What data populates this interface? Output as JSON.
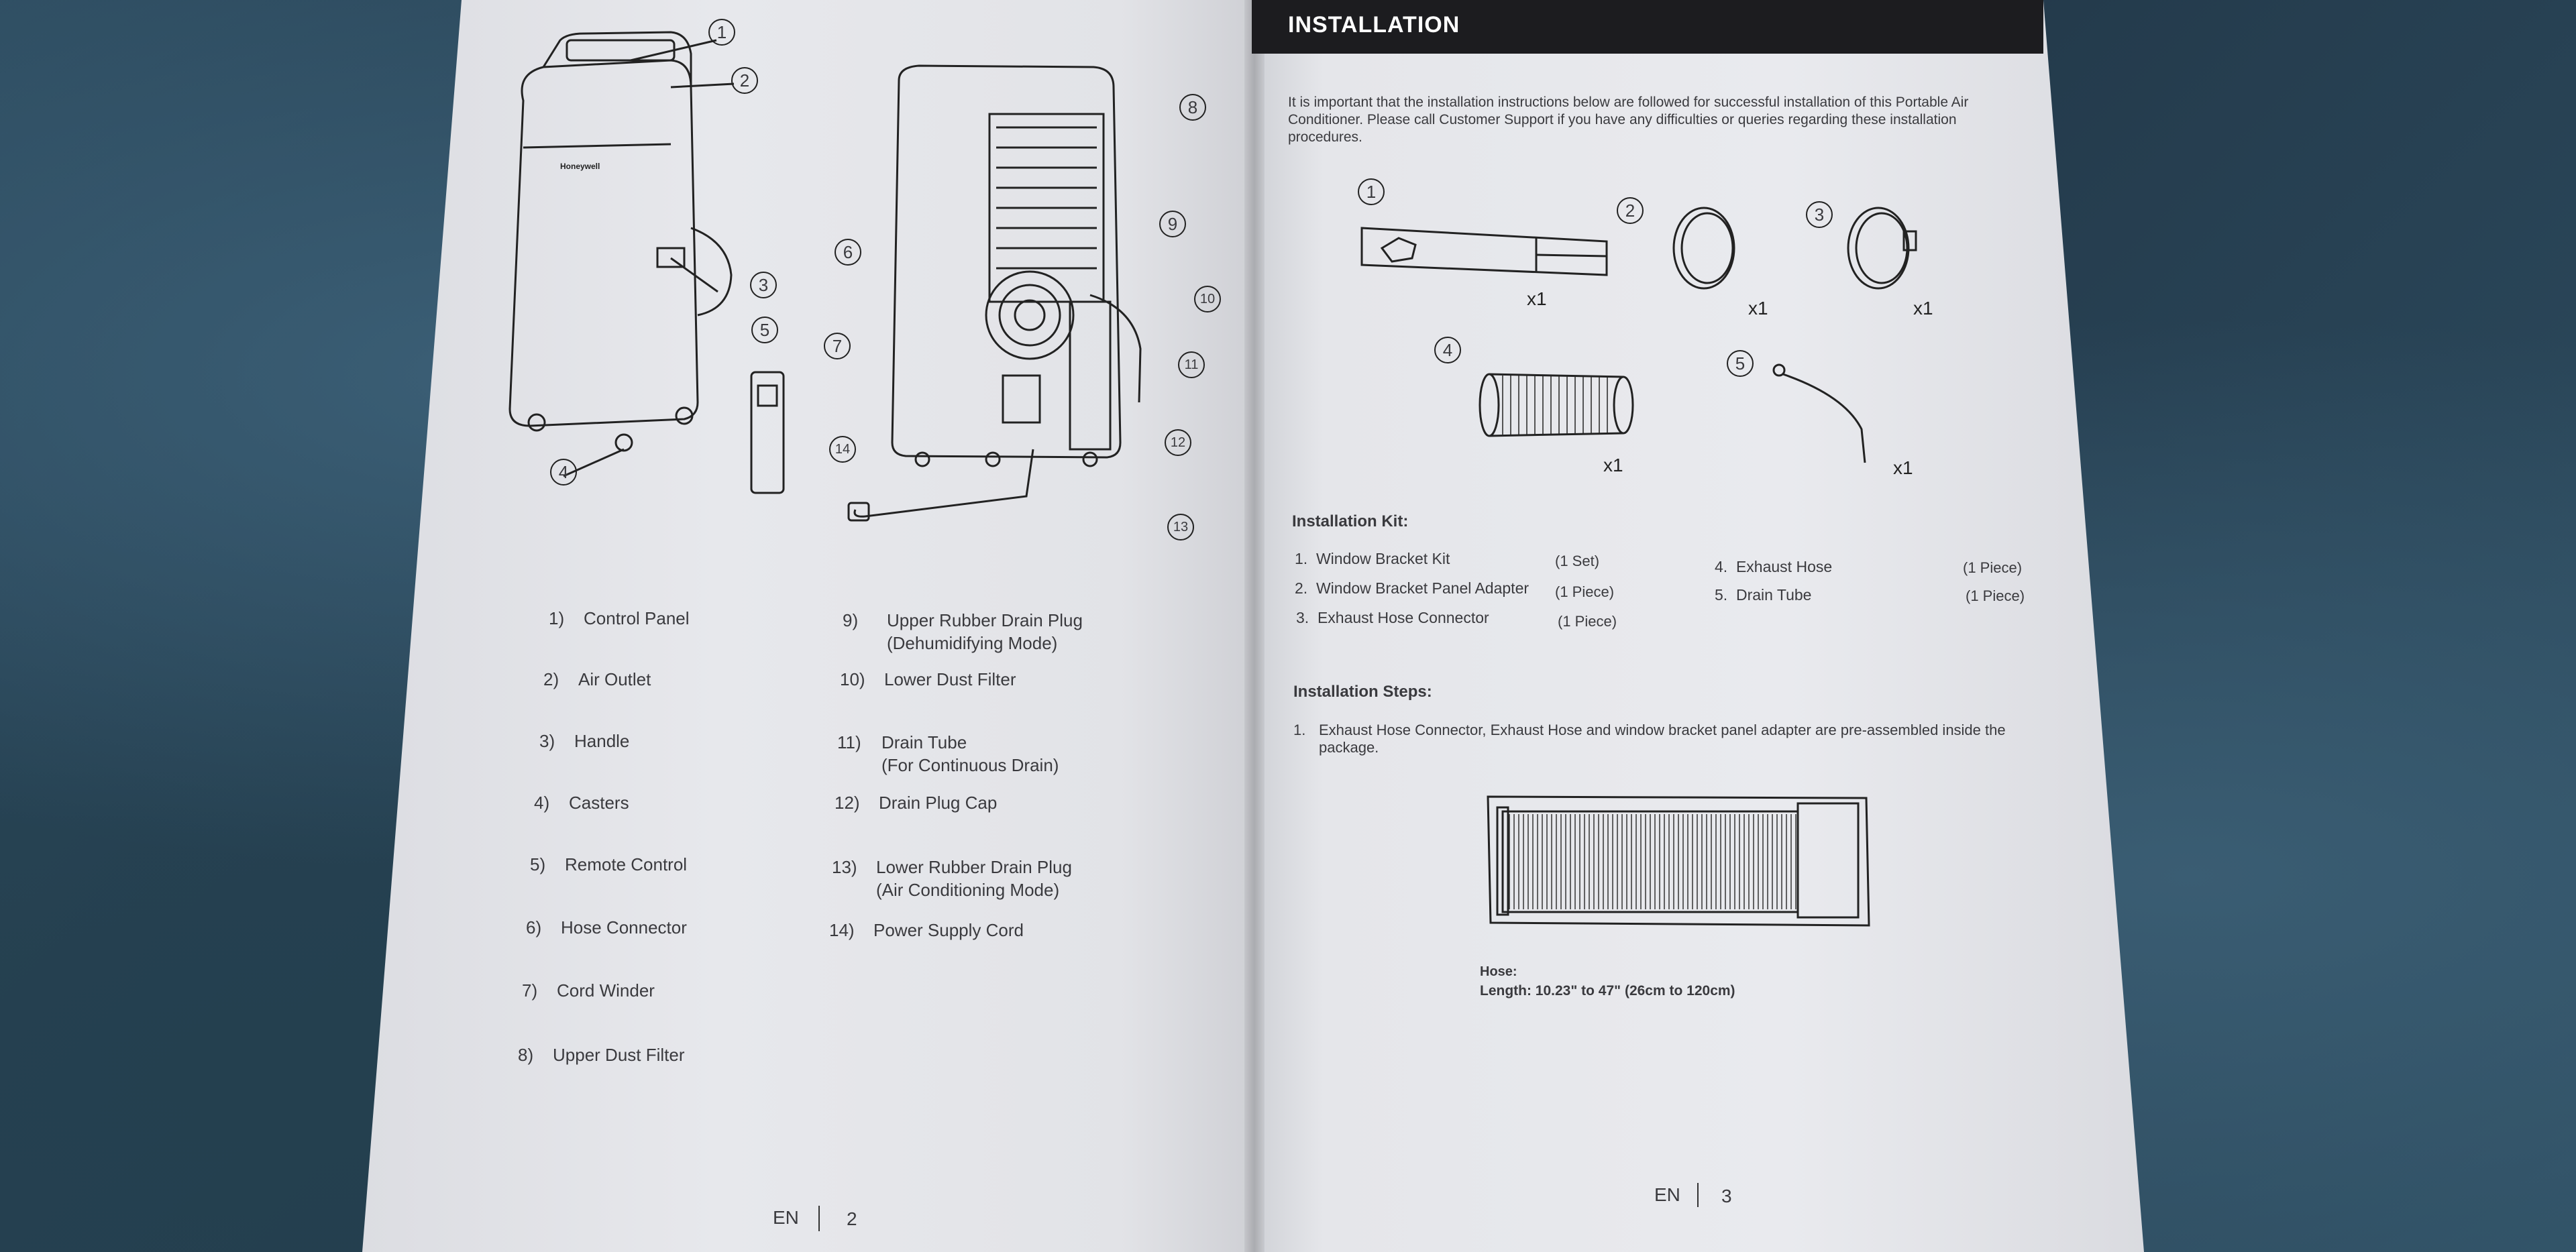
{
  "left_page": {
    "parts": [
      {
        "num": "1)",
        "label": "Control Panel"
      },
      {
        "num": "2)",
        "label": "Air Outlet"
      },
      {
        "num": "3)",
        "label": "Handle"
      },
      {
        "num": "4)",
        "label": "Casters"
      },
      {
        "num": "5)",
        "label": "Remote Control"
      },
      {
        "num": "6)",
        "label": "Hose Connector"
      },
      {
        "num": "7)",
        "label": "Cord Winder"
      },
      {
        "num": "8)",
        "label": "Upper Dust Filter"
      },
      {
        "num": "9)",
        "label": "Upper Rubber Drain Plug",
        "sub": "(Dehumidifying Mode)"
      },
      {
        "num": "10)",
        "label": "Lower Dust Filter"
      },
      {
        "num": "11)",
        "label": "Drain Tube",
        "sub": "(For Continuous Drain)"
      },
      {
        "num": "12)",
        "label": "Drain Plug Cap"
      },
      {
        "num": "13)",
        "label": "Lower Rubber Drain Plug",
        "sub": "(Air Conditioning Mode)"
      },
      {
        "num": "14)",
        "label": "Power Supply Cord"
      }
    ],
    "callouts": [
      "1",
      "2",
      "3",
      "4",
      "5",
      "6",
      "7",
      "8",
      "9",
      "10",
      "11",
      "12",
      "13",
      "14"
    ],
    "footer": {
      "lang": "EN",
      "page": "2"
    }
  },
  "right_page": {
    "header": "INSTALLATION",
    "intro": "It is important that the installation instructions below are followed for successful installation of this Portable Air Conditioner. Please call Customer Support if you have any difficulties or queries regarding these installation procedures.",
    "kit_items_callouts": [
      "1",
      "2",
      "3",
      "4",
      "5"
    ],
    "quantities": [
      "x1",
      "x1",
      "x1",
      "x1",
      "x1"
    ],
    "kit_title": "Installation Kit:",
    "kit": [
      {
        "n": "1.",
        "name": "Window Bracket Kit",
        "qty": "(1 Set)"
      },
      {
        "n": "2.",
        "name": "Window Bracket Panel Adapter",
        "qty": "(1 Piece)"
      },
      {
        "n": "3.",
        "name": "Exhaust Hose Connector",
        "qty": "(1 Piece)"
      },
      {
        "n": "4.",
        "name": "Exhaust Hose",
        "qty": "(1 Piece)"
      },
      {
        "n": "5.",
        "name": "Drain Tube",
        "qty": "(1 Piece)"
      }
    ],
    "steps_title": "Installation Steps:",
    "steps": [
      {
        "n": "1.",
        "text": "Exhaust Hose Connector, Exhaust Hose and window bracket panel adapter are pre-assembled inside the package."
      }
    ],
    "hose_label": "Hose:",
    "hose_length": "Length: 10.23\" to 47\" (26cm to 120cm)",
    "footer": {
      "lang": "EN",
      "page": "3"
    }
  },
  "brand_text": "Honeywell"
}
